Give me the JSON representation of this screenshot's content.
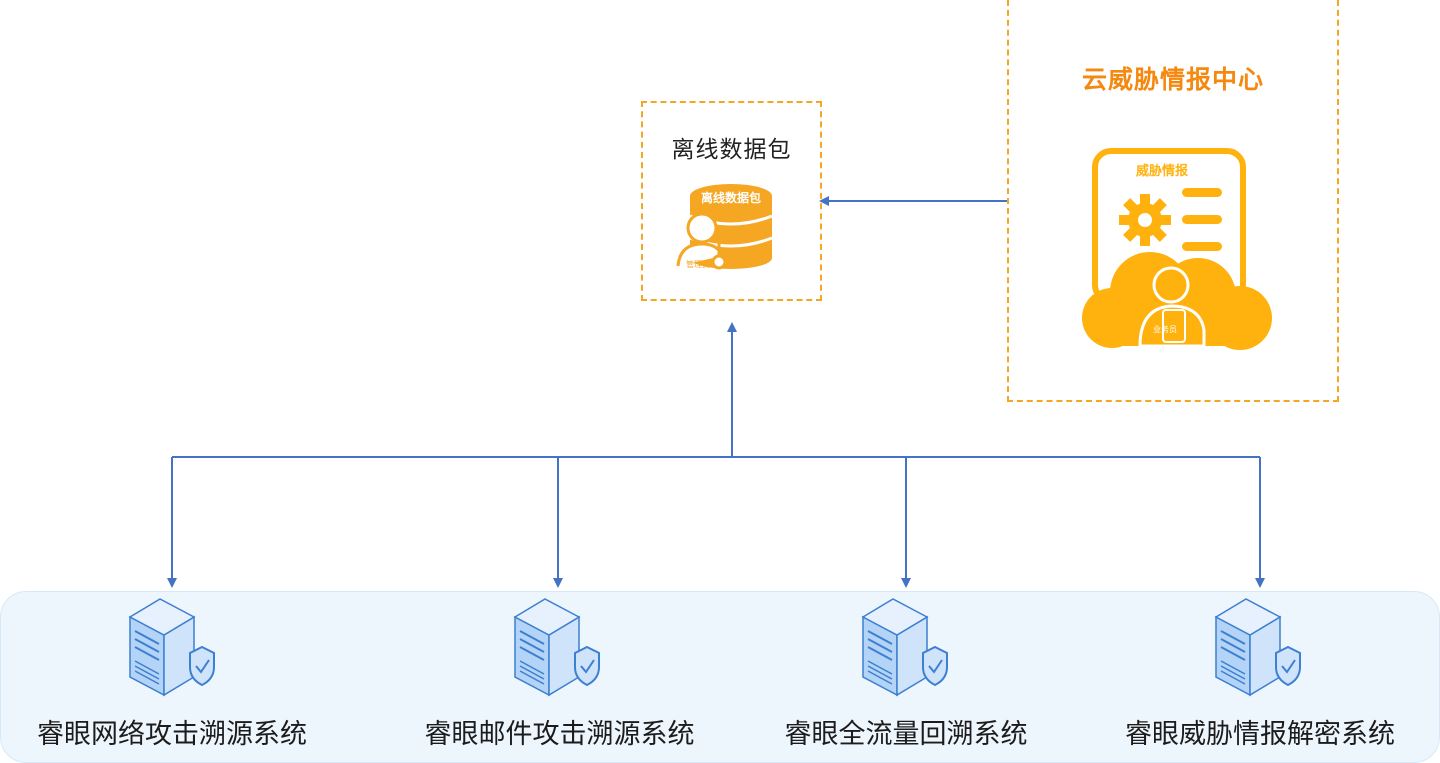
{
  "offline_package": {
    "title": "离线数据包",
    "icon_label": "离线数据包",
    "badge_label": "管理员"
  },
  "cloud_center": {
    "title": "云威胁情报中心",
    "icon_label": "威胁情报",
    "badge_label": "业务员"
  },
  "systems": [
    {
      "label": "睿眼网络攻击溯源系统"
    },
    {
      "label": "睿眼邮件攻击溯源系统"
    },
    {
      "label": "睿眼全流量回溯系统"
    },
    {
      "label": "睿眼威胁情报解密系统"
    }
  ],
  "colors": {
    "accent_orange": "#f5a623",
    "title_orange": "#f5890f",
    "arrow_blue": "#4472c4",
    "server_blue": "#9cc7f4",
    "panel_bg": "#eef6fd"
  }
}
